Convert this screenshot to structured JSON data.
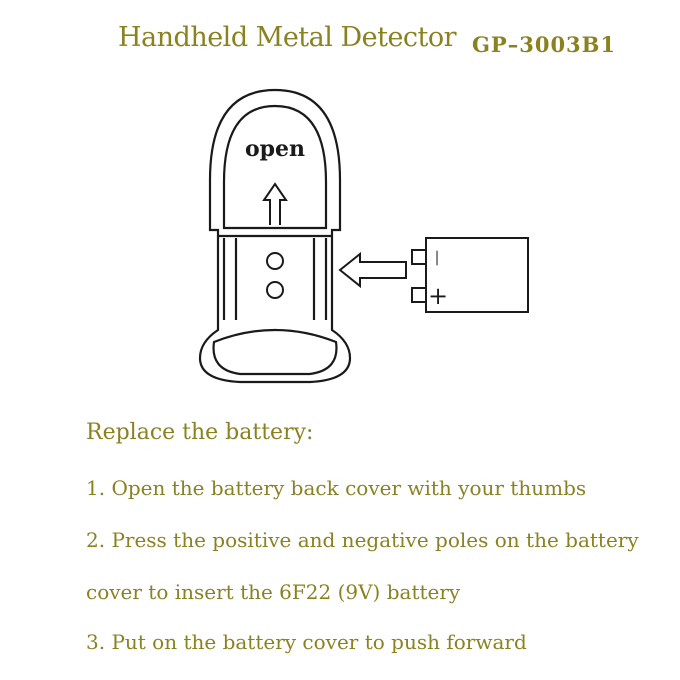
{
  "header": {
    "title": "Handheld  Metal Detector",
    "model": "GP–3003B1"
  },
  "diagram": {
    "cover_label": "open",
    "battery_negative": "—",
    "battery_positive": "+"
  },
  "instructions": {
    "heading": "Replace the battery:",
    "step_1": "1. Open the battery back cover with your thumbs",
    "step_2_line_1": "2. Press the positive and negative poles on the battery",
    "step_2_line_2": "cover to insert the 6F22 (9V) battery",
    "step_3": "3. Put on the battery cover to push forward"
  },
  "colors": {
    "text_accent": "#8a8221",
    "line": "#1a1a1a"
  }
}
